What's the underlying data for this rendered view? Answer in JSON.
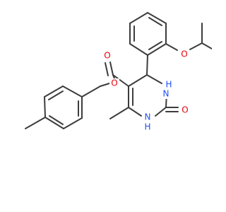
{
  "molecule": {
    "atoms": [
      {
        "id": "O_ester_carbonyl",
        "text": "O",
        "color": "#e8000b"
      },
      {
        "id": "O_ester",
        "text": "O",
        "color": "#e8000b"
      },
      {
        "id": "O_ether",
        "text": "O",
        "color": "#e8000b"
      },
      {
        "id": "N1H",
        "text": "H",
        "color": "#1f4fff"
      },
      {
        "id": "N1",
        "text": "N",
        "color": "#1f4fff"
      },
      {
        "id": "N3",
        "text": "N",
        "color": "#1f4fff"
      },
      {
        "id": "N3H",
        "text": "H",
        "color": "#1f4fff"
      },
      {
        "id": "O_urea",
        "text": "O",
        "color": "#e8000b"
      }
    ],
    "bond_color": "#3c3c3c"
  }
}
